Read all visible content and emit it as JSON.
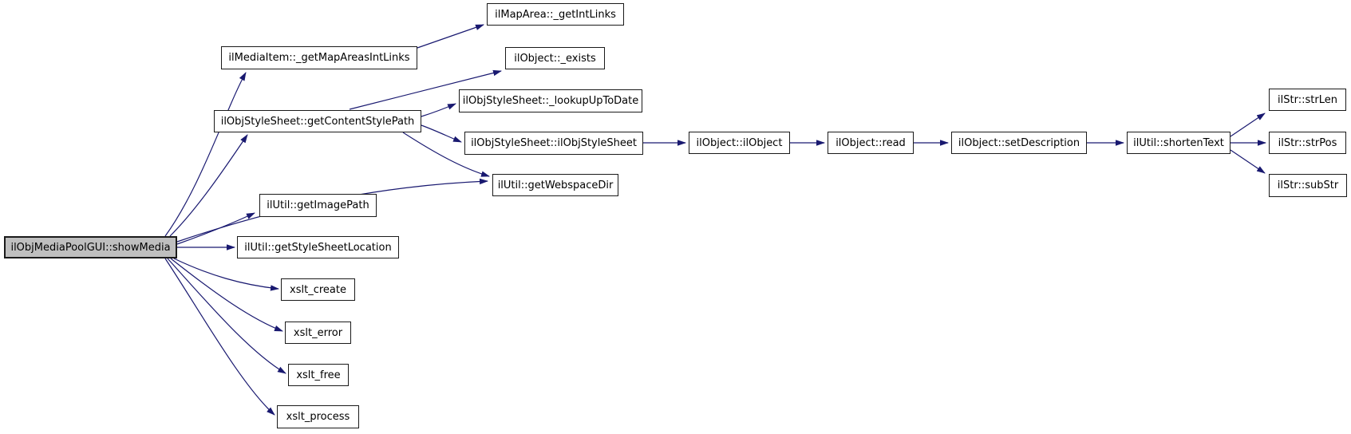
{
  "diagram": {
    "type": "doxygen-call-graph",
    "root_function": "ilObjMediaPoolGUI::showMedia",
    "colors": {
      "edge": "#191970",
      "node_fill": "#ffffff",
      "node_border": "#1a1a1a",
      "current_node_fill": "#bfbfbf",
      "background": "#ffffff"
    },
    "nodes": [
      {
        "id": "showMedia",
        "label": "ilObjMediaPoolGUI::showMedia",
        "current": true
      },
      {
        "id": "getMapAreasIntLinks",
        "label": "ilMediaItem::_getMapAreasIntLinks",
        "current": false
      },
      {
        "id": "getContentStylePath",
        "label": "ilObjStyleSheet::getContentStylePath",
        "current": false
      },
      {
        "id": "getIntLinks",
        "label": "ilMapArea::_getIntLinks",
        "current": false
      },
      {
        "id": "exists",
        "label": "ilObject::_exists",
        "current": false
      },
      {
        "id": "lookupUpToDate",
        "label": "ilObjStyleSheet::_lookupUpToDate",
        "current": false
      },
      {
        "id": "ilObjStyleSheetCtor",
        "label": "ilObjStyleSheet::ilObjStyleSheet",
        "current": false
      },
      {
        "id": "getWebspaceDir",
        "label": "ilUtil::getWebspaceDir",
        "current": false
      },
      {
        "id": "getImagePath",
        "label": "ilUtil::getImagePath",
        "current": false
      },
      {
        "id": "getStyleSheetLocation",
        "label": "ilUtil::getStyleSheetLocation",
        "current": false
      },
      {
        "id": "xsltCreate",
        "label": "xslt_create",
        "current": false
      },
      {
        "id": "xsltError",
        "label": "xslt_error",
        "current": false
      },
      {
        "id": "xsltFree",
        "label": "xslt_free",
        "current": false
      },
      {
        "id": "xsltProcess",
        "label": "xslt_process",
        "current": false
      },
      {
        "id": "ilObjectCtor",
        "label": "ilObject::ilObject",
        "current": false
      },
      {
        "id": "read",
        "label": "ilObject::read",
        "current": false
      },
      {
        "id": "setDescription",
        "label": "ilObject::setDescription",
        "current": false
      },
      {
        "id": "shortenText",
        "label": "ilUtil::shortenText",
        "current": false
      },
      {
        "id": "strLen",
        "label": "ilStr::strLen",
        "current": false
      },
      {
        "id": "strPos",
        "label": "ilStr::strPos",
        "current": false
      },
      {
        "id": "subStr",
        "label": "ilStr::subStr",
        "current": false
      }
    ],
    "edges": [
      {
        "from": "showMedia",
        "to": "getMapAreasIntLinks"
      },
      {
        "from": "showMedia",
        "to": "getContentStylePath"
      },
      {
        "from": "showMedia",
        "to": "getWebspaceDir"
      },
      {
        "from": "showMedia",
        "to": "getImagePath"
      },
      {
        "from": "showMedia",
        "to": "getStyleSheetLocation"
      },
      {
        "from": "showMedia",
        "to": "xsltCreate"
      },
      {
        "from": "showMedia",
        "to": "xsltError"
      },
      {
        "from": "showMedia",
        "to": "xsltFree"
      },
      {
        "from": "showMedia",
        "to": "xsltProcess"
      },
      {
        "from": "getMapAreasIntLinks",
        "to": "getIntLinks"
      },
      {
        "from": "getContentStylePath",
        "to": "exists"
      },
      {
        "from": "getContentStylePath",
        "to": "lookupUpToDate"
      },
      {
        "from": "getContentStylePath",
        "to": "ilObjStyleSheetCtor"
      },
      {
        "from": "getContentStylePath",
        "to": "getWebspaceDir"
      },
      {
        "from": "ilObjStyleSheetCtor",
        "to": "ilObjectCtor"
      },
      {
        "from": "ilObjectCtor",
        "to": "read"
      },
      {
        "from": "read",
        "to": "setDescription"
      },
      {
        "from": "setDescription",
        "to": "shortenText"
      },
      {
        "from": "shortenText",
        "to": "strLen"
      },
      {
        "from": "shortenText",
        "to": "strPos"
      },
      {
        "from": "shortenText",
        "to": "subStr"
      }
    ]
  }
}
